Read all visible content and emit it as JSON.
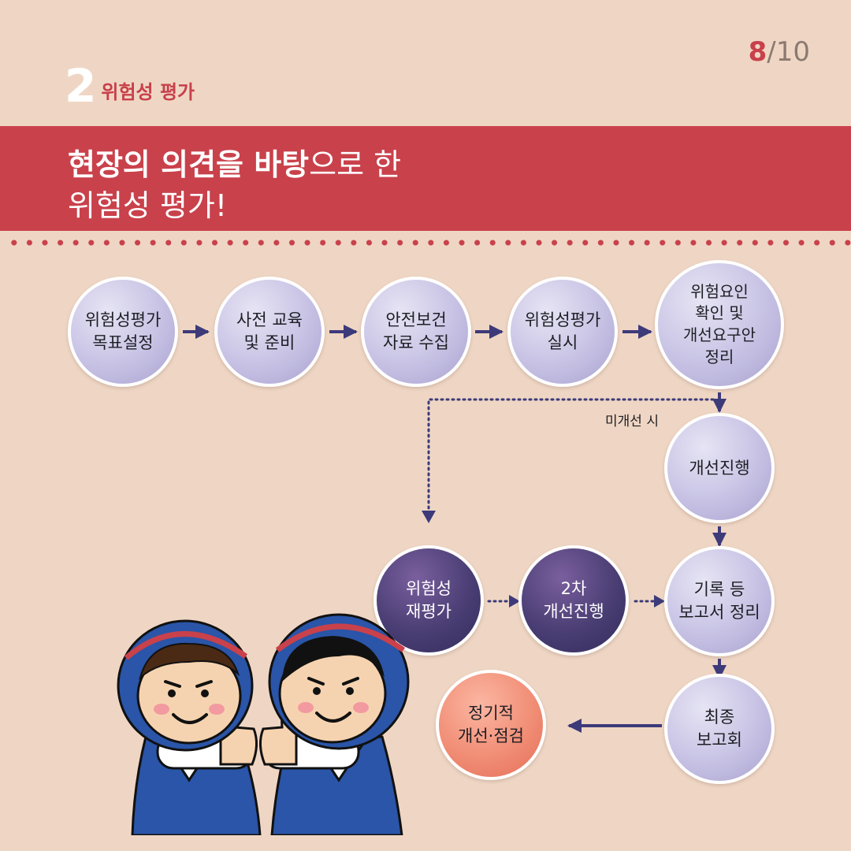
{
  "page": {
    "current": "8",
    "separator": "/",
    "total": "10"
  },
  "section": {
    "number": "2",
    "title": "위험성 평가"
  },
  "banner": {
    "line1_bold": "현장의 의견을 바탕",
    "line1_rest": "으로 한",
    "line2": "위험성 평가!"
  },
  "flow": {
    "step1": "위험성평가\n목표설정",
    "step2": "사전 교육\n및 준비",
    "step3": "안전보건\n자료 수집",
    "step4": "위험성평가\n실시",
    "step5": "위험요인\n확인 및\n개선요구안\n정리",
    "step6": "개선진행",
    "step7": "기록 등\n보고서 정리",
    "step8": "최종\n보고회",
    "step9": "정기적\n개선·점검",
    "reassess": "위험성\n재평가",
    "second": "2차\n개선진행",
    "branch_note": "미개선 시"
  },
  "colors": {
    "background": "#efd6c4",
    "accent_red": "#c9414b",
    "node_lavender": "#c7c2e4",
    "node_dark": "#4a3e74",
    "node_coral": "#f08a72",
    "arrow": "#3d3a7a"
  },
  "illustration": {
    "name": "two-workers-thumbs-up"
  }
}
